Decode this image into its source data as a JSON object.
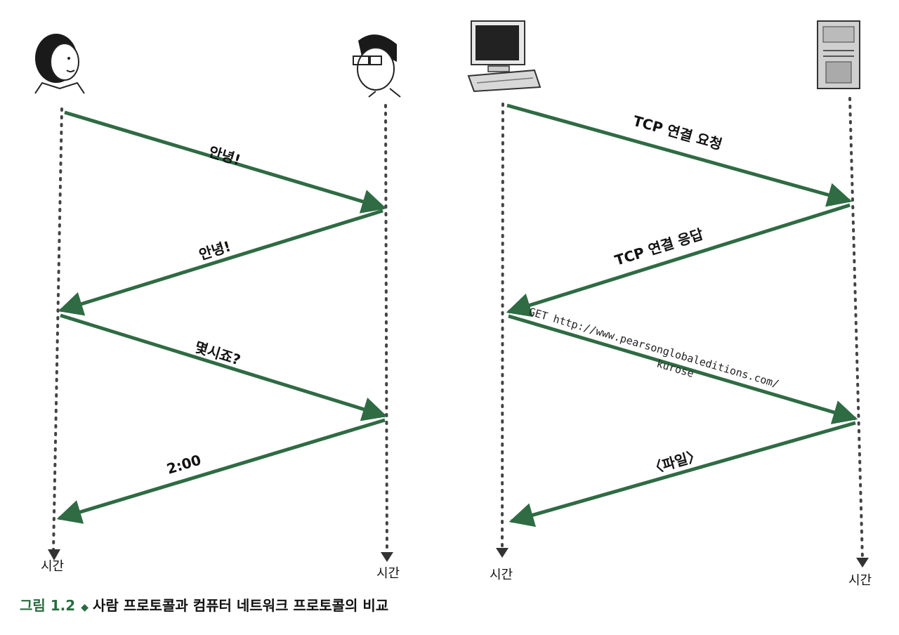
{
  "colors": {
    "arrow": "#2f6b43",
    "timeline": "#444444",
    "caption_accent": "#2a6b3f"
  },
  "left": {
    "time_left": "시간",
    "time_right": "시간",
    "messages": [
      "안녕!",
      "안녕!",
      "몇시죠?",
      "2:00"
    ]
  },
  "right": {
    "time_left": "시간",
    "time_right": "시간",
    "messages": {
      "m1": "TCP 연결 요청",
      "m2": "TCP 연결 응답",
      "m3a": "GET http://www.pearsonglobaleditions.com/",
      "m3b": "kurose",
      "m4": "〈파일〉"
    }
  },
  "caption": {
    "figure": "그림 1.2",
    "title": "사람 프로토콜과 컴퓨터 네트워크 프로토콜의 비교"
  },
  "icons": [
    "woman-icon",
    "man-icon",
    "computer-icon",
    "server-icon"
  ]
}
